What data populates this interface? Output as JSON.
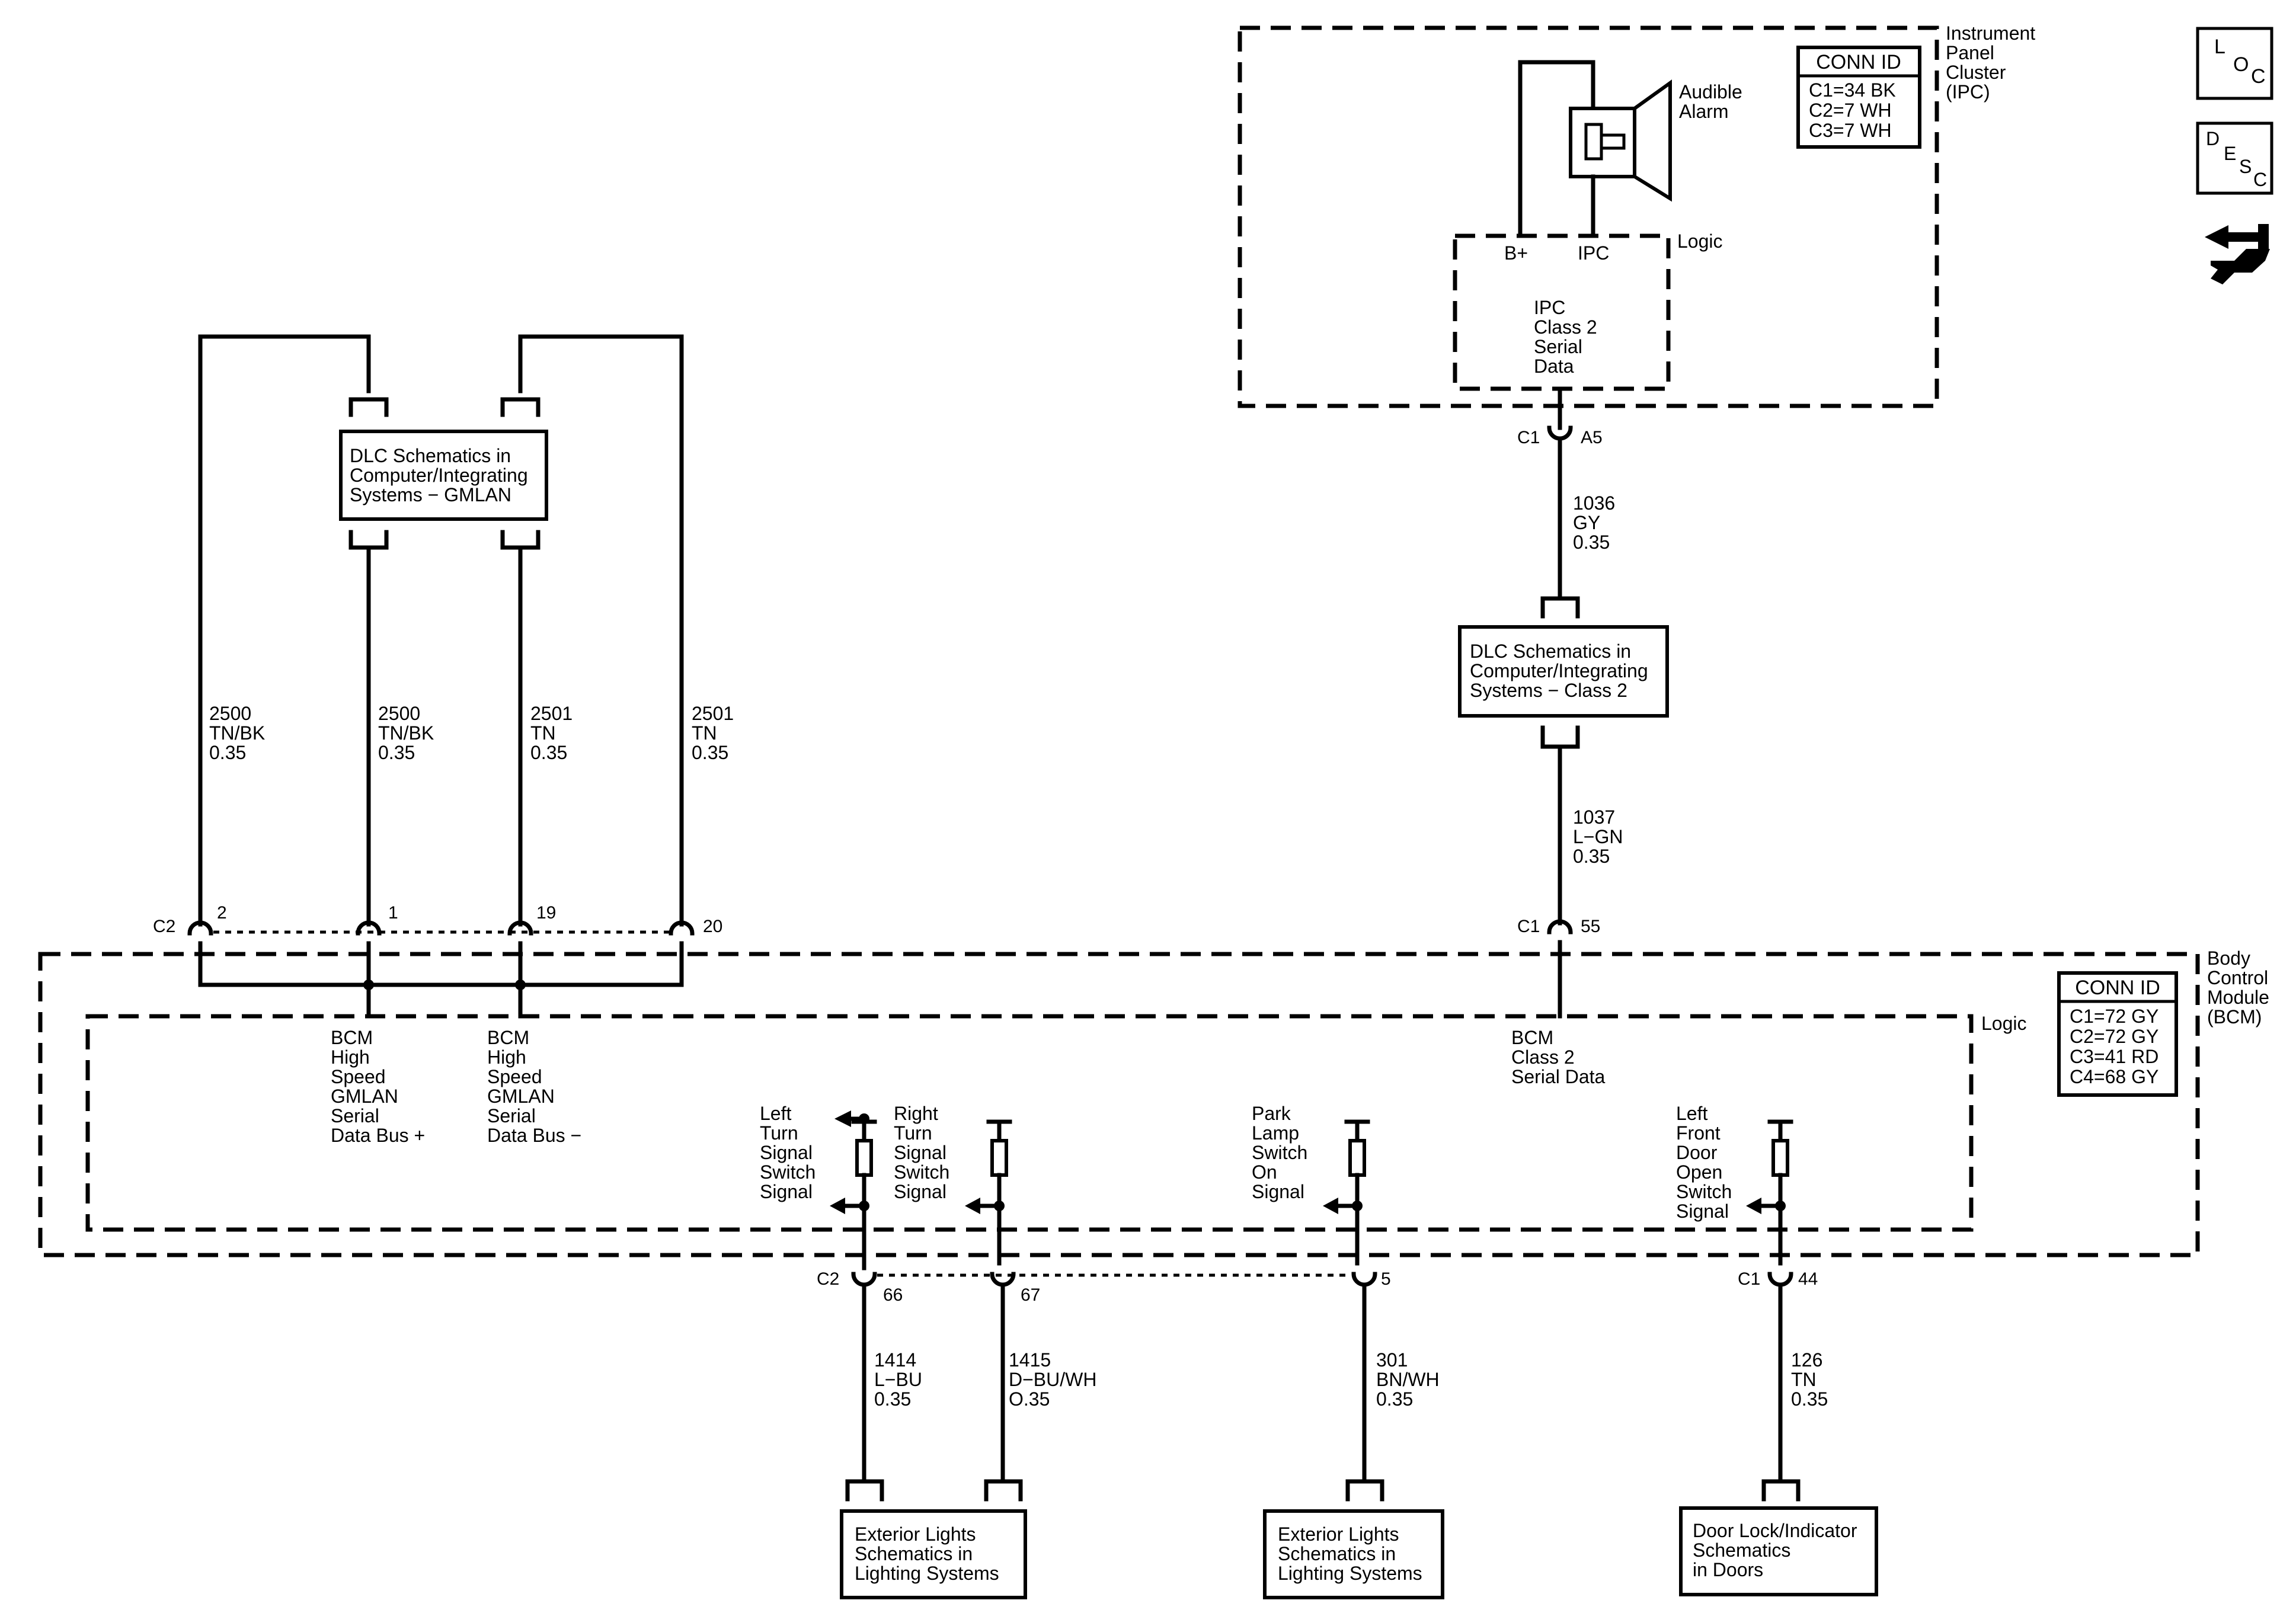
{
  "ipc": {
    "title": [
      "Instrument",
      "Panel",
      "Cluster",
      "(IPC)"
    ],
    "conn_id": {
      "header": "CONN ID",
      "rows": [
        "C1=34 BK",
        "C2=7 WH",
        "C3=7 WH"
      ]
    },
    "alarm_label": [
      "Audible",
      "Alarm"
    ],
    "logic_label": "Logic",
    "b_plus": "B+",
    "ipc_pin": "IPC",
    "serial_label": [
      "IPC",
      "Class 2",
      "Serial",
      "Data"
    ],
    "connector": {
      "name": "C1",
      "pin": "A5"
    }
  },
  "bcm": {
    "title": [
      "Body",
      "Control",
      "Module",
      "(BCM)"
    ],
    "conn_id": {
      "header": "CONN ID",
      "rows": [
        "C1=72 GY",
        "C2=72 GY",
        "C3=41 RD",
        "C4=68 GY"
      ]
    },
    "logic_label": "Logic",
    "gmlan_plus": [
      "BCM",
      "High",
      "Speed",
      "GMLAN",
      "Serial",
      "Data Bus +"
    ],
    "gmlan_minus": [
      "BCM",
      "High",
      "Speed",
      "GMLAN",
      "Serial",
      "Data Bus −"
    ],
    "class2": [
      "BCM",
      "Class 2",
      "Serial Data"
    ],
    "c2_top": {
      "name": "C2",
      "pins": [
        "2",
        "1",
        "19",
        "20"
      ]
    },
    "c1_top": {
      "name": "C1",
      "pin": "55"
    },
    "c2_bottom": {
      "name": "C2",
      "pins": [
        "66",
        "67",
        "5"
      ]
    },
    "c1_bottom": {
      "name": "C1",
      "pin": "44"
    },
    "inputs": [
      [
        "Left",
        "Turn",
        "Signal",
        "Switch",
        "Signal"
      ],
      [
        "Right",
        "Turn",
        "Signal",
        "Switch",
        "Signal"
      ],
      [
        "Park",
        "Lamp",
        "Switch",
        "On",
        "Signal"
      ],
      [
        "Left",
        "Front",
        "Door",
        "Open",
        "Switch",
        "Signal"
      ]
    ]
  },
  "dlc_gmlan": [
    "DLC Schematics in",
    "Computer/Integrating",
    "Systems − GMLAN"
  ],
  "dlc_class2": [
    "DLC Schematics in",
    "Computer/Integrating",
    "Systems − Class 2"
  ],
  "wires": {
    "w2500a": [
      "2500",
      "TN/BK",
      "0.35"
    ],
    "w2500b": [
      "2500",
      "TN/BK",
      "0.35"
    ],
    "w2501a": [
      "2501",
      "TN",
      "0.35"
    ],
    "w2501b": [
      "2501",
      "TN",
      "0.35"
    ],
    "w1036": [
      "1036",
      "GY",
      "0.35"
    ],
    "w1037": [
      "1037",
      "L−GN",
      "0.35"
    ],
    "w1414": [
      "1414",
      "L−BU",
      "0.35"
    ],
    "w1415": [
      "1415",
      "D−BU/WH",
      "O.35"
    ],
    "w301": [
      "301",
      "BN/WH",
      "0.35"
    ],
    "w126": [
      "126",
      "TN",
      "0.35"
    ]
  },
  "ext_lights_1": [
    "Exterior Lights",
    "Schematics in",
    "Lighting Systems"
  ],
  "ext_lights_2": [
    "Exterior Lights",
    "Schematics in",
    "Lighting Systems"
  ],
  "door_lock": [
    "Door Lock/Indicator",
    "Schematics",
    "in Doors"
  ],
  "nav_icons": {
    "loc": [
      "L",
      "O",
      "C"
    ],
    "desc": [
      "D",
      "E",
      "S",
      "C"
    ],
    "icon_names": [
      "loc-icon",
      "desc-icon",
      "tool-icon"
    ]
  }
}
